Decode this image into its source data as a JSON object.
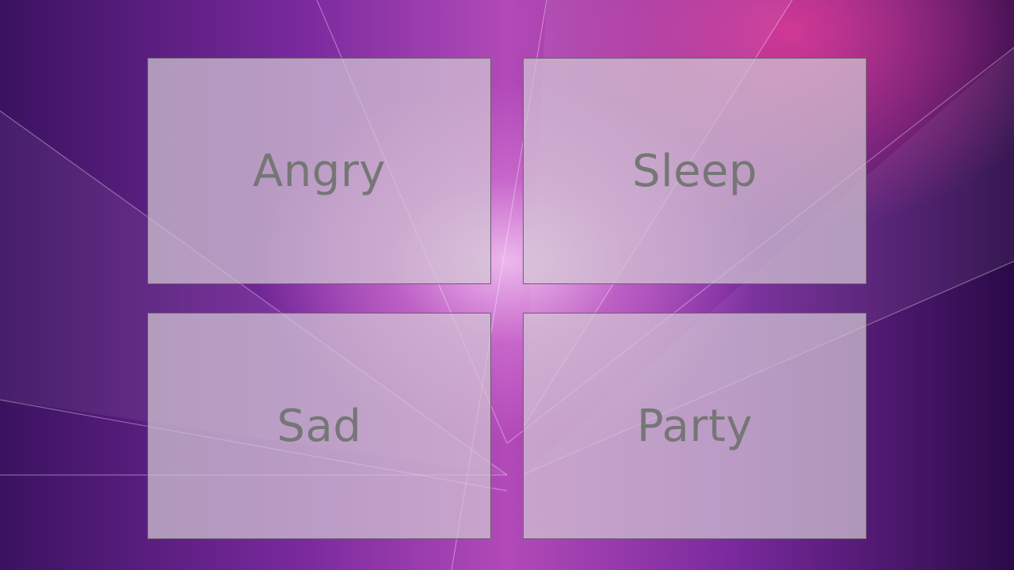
{
  "tiles": [
    {
      "label": "Angry"
    },
    {
      "label": "Sleep"
    },
    {
      "label": "Sad"
    },
    {
      "label": "Party"
    }
  ],
  "colors": {
    "tile_fill": "#d2c8d4",
    "tile_border": "#6e5d73",
    "label_text": "#767676",
    "background_center": "#f0bef0",
    "background_edge": "#2a0a48",
    "accent_pink": "#e23c96"
  }
}
